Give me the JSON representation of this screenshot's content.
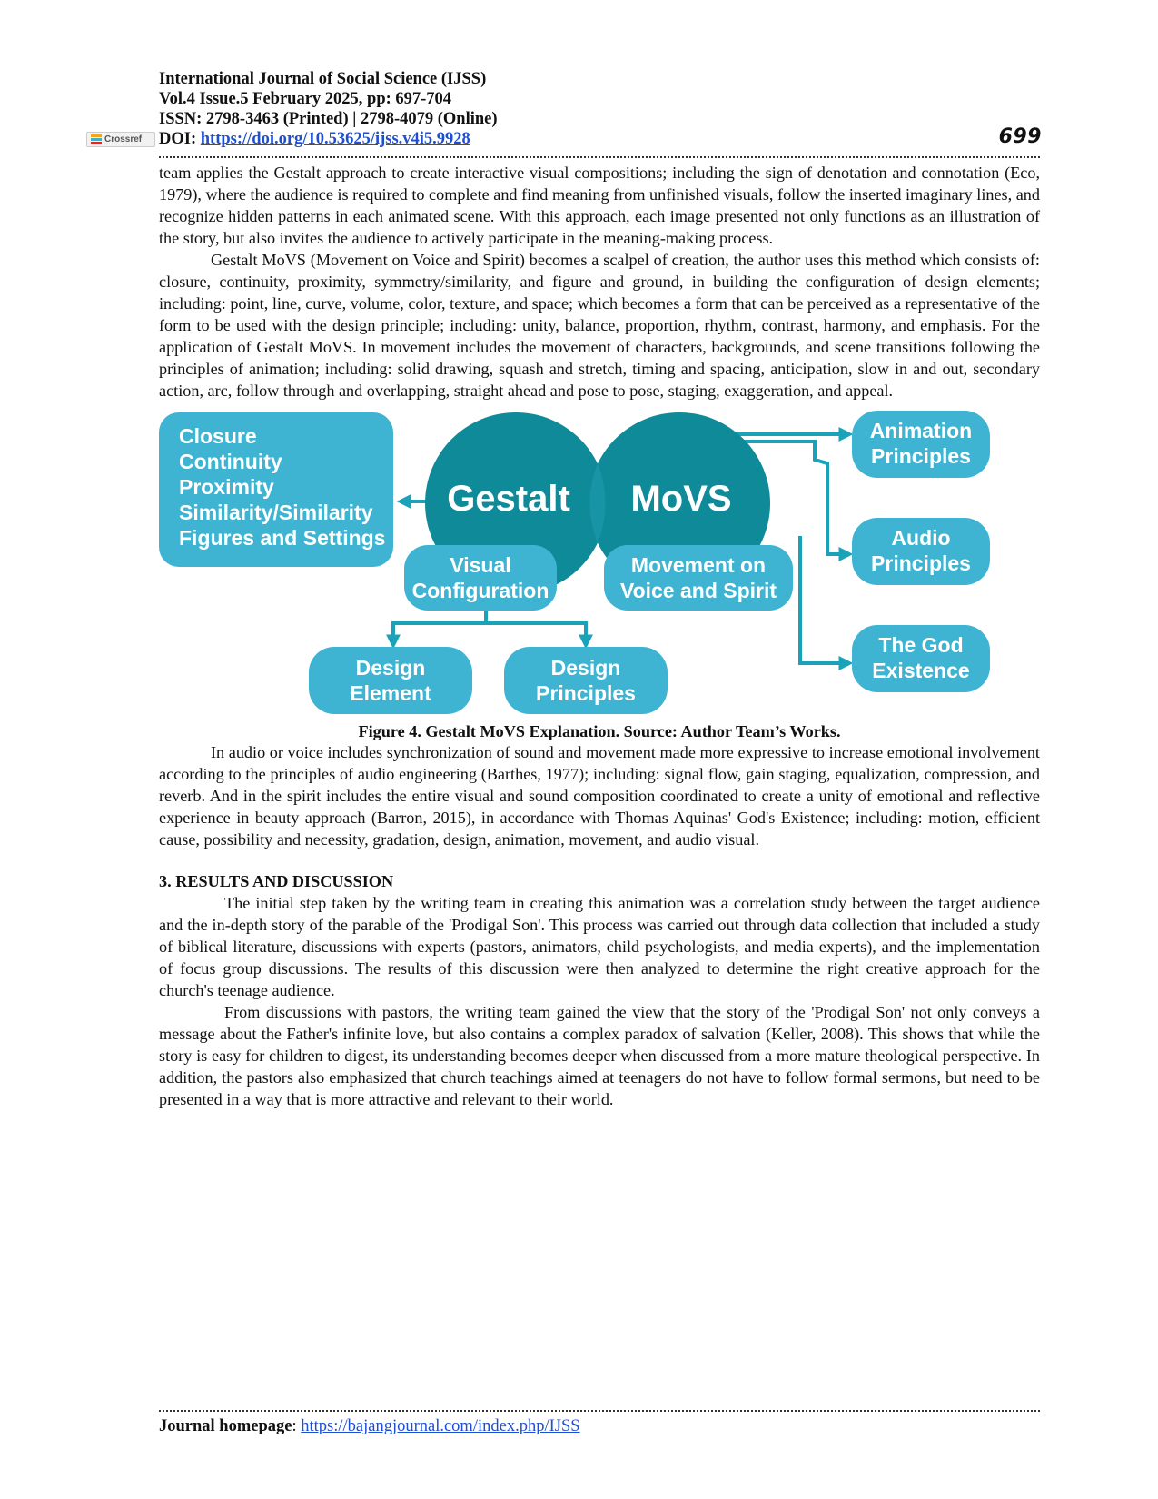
{
  "header": {
    "journal": "International Journal of Social Science (IJSS)",
    "volume": "Vol.4 Issue.5 February 2025, pp: 697-704",
    "issn": "ISSN: 2798-3463 (Printed) | 2798-4079 (Online)",
    "doi_label": "DOI:",
    "doi_url": "https://doi.org/10.53625/ijss.v4i5.9928",
    "crossref": "Crossref",
    "page_number": "699"
  },
  "paragraphs": [
    "team applies the Gestalt approach to create interactive visual compositions; including the sign of denotation and connotation (Eco, 1979), where the audience is required to complete and find meaning from unfinished visuals, follow the inserted imaginary lines, and recognize hidden patterns in each animated scene. With this approach, each image presented not only functions as an illustration of the story, but also invites the audience to actively participate in the meaning-making process.",
    "Gestalt MoVS (Movement on Voice and Spirit) becomes a scalpel of creation, the author uses this method which consists of: closure, continuity, proximity, symmetry/similarity, and figure and ground, in building the configuration of design elements; including: point, line, curve, volume, color, texture, and space; which becomes a form that can be perceived as a representative of the form to be used with the design principle; including: unity, balance, proportion, rhythm, contrast, harmony, and emphasis. For the application of Gestalt MoVS. In movement includes the movement of characters, backgrounds, and scene transitions following the principles of animation; including: solid drawing, squash and stretch, timing and spacing, anticipation, slow in and out, secondary action, arc, follow through and overlapping, straight ahead and pose to pose, staging, exaggeration, and appeal."
  ],
  "figure": {
    "left_box": [
      "Closure",
      "Continuity",
      "Proximity",
      "Similarity/Similarity",
      "Figures and Settings"
    ],
    "gestalt": "Gestalt",
    "movs": "MoVS",
    "visual_config": [
      "Visual",
      "Configuration"
    ],
    "movement": [
      "Movement on",
      "Voice and Spirit"
    ],
    "design_element": [
      "Design",
      "Element"
    ],
    "design_principles": [
      "Design",
      "Principles"
    ],
    "animation": [
      "Animation",
      "Principles"
    ],
    "audio": [
      "Audio",
      "Principles"
    ],
    "god": [
      "The God",
      "Existence"
    ],
    "caption": "Figure 4. Gestalt MoVS Explanation. Source: Author Team’s Works.",
    "colors": {
      "dark_teal": "#0f8a99",
      "light_blue": "#3fb4d2",
      "arrow": "#1aa3b8"
    }
  },
  "paragraphs_after": [
    "In audio or voice includes synchronization of sound and movement made more expressive to increase emotional involvement according to the principles of audio engineering (Barthes, 1977); including: signal flow, gain staging, equalization, compression, and reverb. And in the spirit includes the entire visual and sound composition coordinated to create a unity of emotional and reflective experience in beauty approach (Barron, 2015), in accordance with Thomas Aquinas' God's Existence; including: motion, efficient cause, possibility and necessity, gradation, design, animation, movement, and audio visual."
  ],
  "section": {
    "title": "3. RESULTS AND DISCUSSION",
    "paragraphs": [
      "The initial step taken by the writing team in creating this animation was a correlation study between the target audience and the in-depth story of the parable of the 'Prodigal Son'. This process was carried out through data collection that included a study of biblical literature, discussions with experts (pastors, animators, child psychologists, and media experts), and the implementation of focus group discussions. The results of this discussion were then analyzed to determine the right creative approach for the church's teenage audience.",
      "From discussions with pastors, the writing team gained the view that the story of the 'Prodigal Son' not only conveys a message about the Father's infinite love, but also contains a complex paradox of salvation (Keller, 2008). This shows that while the story is easy for children to digest, its understanding becomes deeper when discussed from a more mature theological perspective. In addition, the pastors also emphasized that church teachings aimed at teenagers do not have to follow formal sermons, but need to be presented in a way that is more attractive and relevant to their world."
    ]
  },
  "footer": {
    "label": "Journal homepage",
    "colon": ":",
    "url": "https://bajangjournal.com/index.php/IJSS"
  }
}
